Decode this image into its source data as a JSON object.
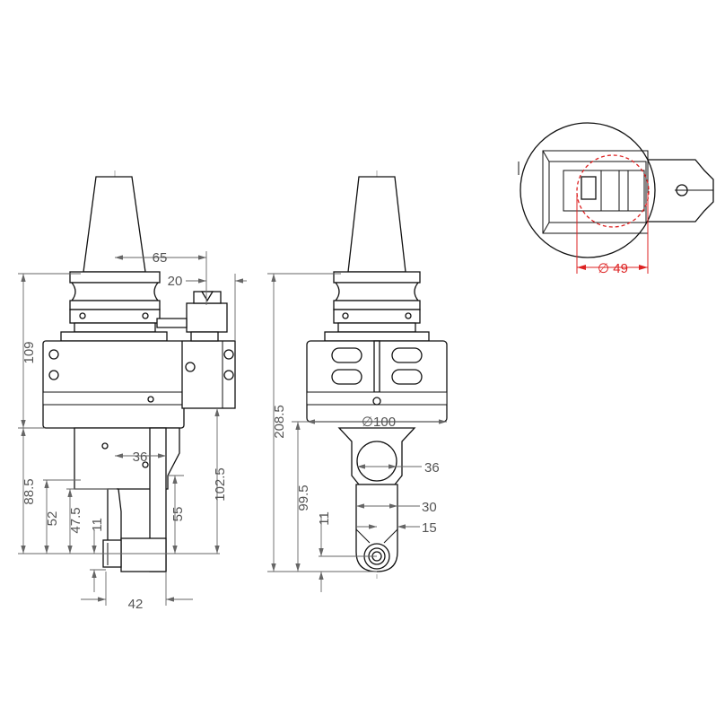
{
  "side_view": {
    "dims": {
      "d65": "65",
      "d20": "20",
      "d109": "109",
      "d36": "36",
      "d88_5": "88.5",
      "d52": "52",
      "d47_5": "47.5",
      "d11": "11",
      "d55": "55",
      "d102_5": "102.5",
      "d42": "42"
    }
  },
  "front_view": {
    "dims": {
      "d208_5": "208.5",
      "dia100": "∅100",
      "d99_5": "99.5",
      "d36": "36",
      "d30": "30",
      "d11": "11",
      "d15": "15"
    }
  },
  "detail_view": {
    "dims": {
      "dia49": "∅ 49"
    },
    "accent_color": "#d22222"
  }
}
